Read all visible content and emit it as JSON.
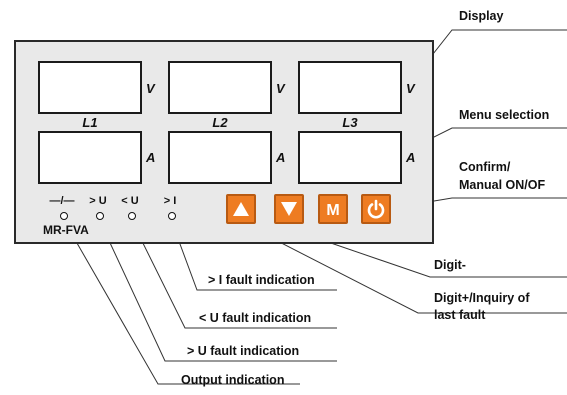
{
  "displays": {
    "voltage_unit": "V",
    "current_unit": "A",
    "phases": [
      "L1",
      "L2",
      "L3"
    ]
  },
  "leds": [
    {
      "symbol": "—/—",
      "meaning": "Output indication"
    },
    {
      "symbol": "> U",
      "meaning": "> U fault indication"
    },
    {
      "symbol": "< U",
      "meaning": "< U fault indication"
    },
    {
      "symbol": "> I",
      "meaning": "> I fault indication"
    }
  ],
  "model": "MR-FVA",
  "keys": [
    {
      "icon": "triangle-up-icon",
      "glyph": ""
    },
    {
      "icon": "triangle-down-icon",
      "glyph": ""
    },
    {
      "icon": "menu-m-icon",
      "glyph": "M"
    },
    {
      "icon": "power-icon",
      "glyph": ""
    }
  ],
  "callouts": {
    "display": "Display",
    "menu": "Menu selection",
    "confirm_line1": "Confirm/",
    "confirm_line2": "Manual ON/OF",
    "digit_minus": "Digit-",
    "digit_plus_line1": "Digit+/Inquiry of",
    "digit_plus_line2": "last fault",
    "i_fault": "> I fault indication",
    "u_under_fault": "< U fault indication",
    "u_over_fault": "> U fault indication",
    "output": "Output indication"
  },
  "colors": {
    "key_fill": "#ee7c22",
    "panel_fill": "#e9e9e9",
    "display_fill": "#ffffff"
  }
}
